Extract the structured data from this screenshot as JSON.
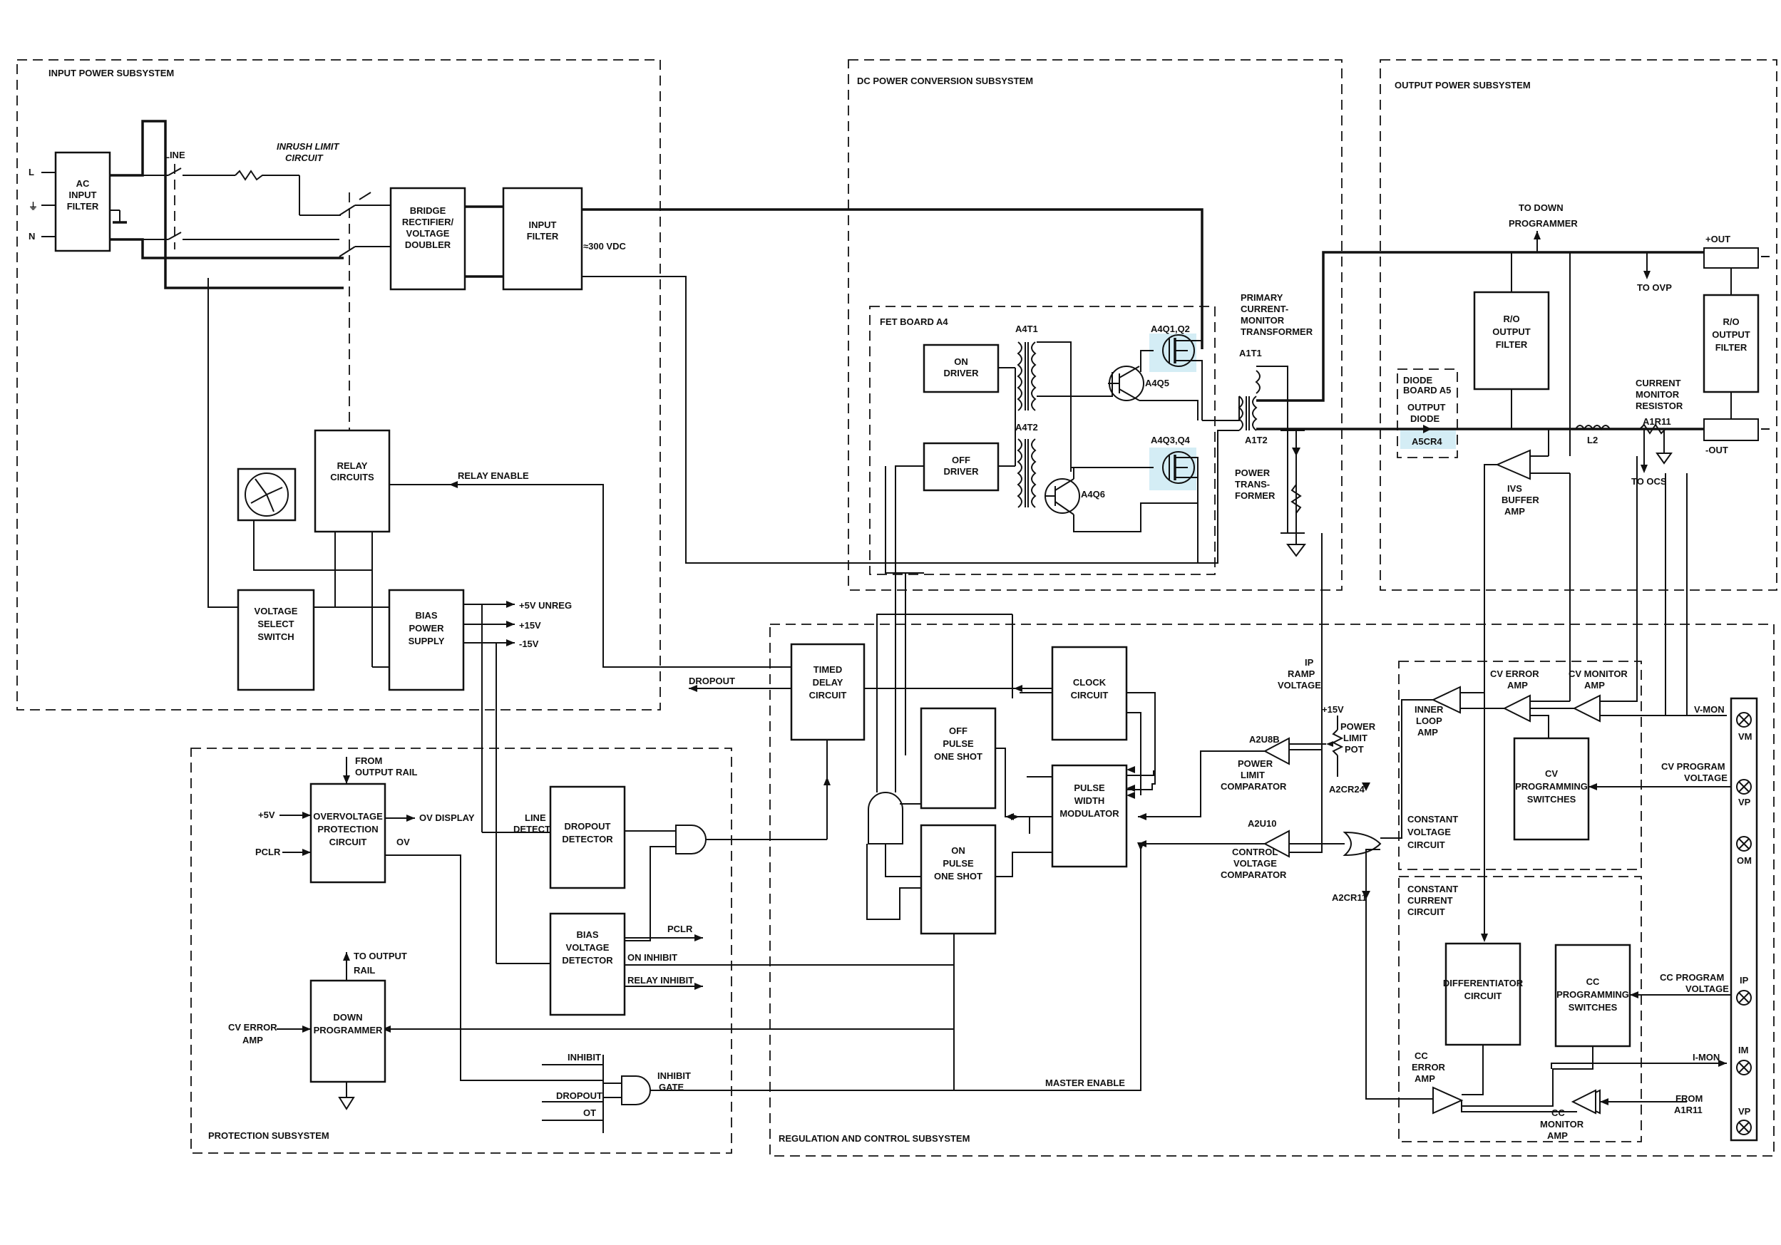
{
  "subsystems": {
    "input_power": "INPUT POWER SUBSYSTEM",
    "dc_power_conversion": "DC POWER CONVERSION SUBSYSTEM",
    "output_power": "OUTPUT POWER SUBSYSTEM",
    "protection": "PROTECTION SUBSYSTEM",
    "regulation_control": "REGULATION AND CONTROL SUBSYSTEM"
  },
  "input": {
    "terminal_l": "L",
    "terminal_n": "N",
    "ac_filter": [
      "AC",
      "INPUT",
      "FILTER"
    ],
    "line": "LINE",
    "inrush": [
      "INRUSH LIMIT",
      "CIRCUIT"
    ],
    "bridge": [
      "BRIDGE",
      "RECTIFIER/",
      "VOLTAGE",
      "DOUBLER"
    ],
    "input_filter": [
      "INPUT",
      "FILTER"
    ],
    "vdc": "≈300 VDC",
    "relay_circuits": [
      "RELAY",
      "CIRCUITS"
    ],
    "relay_enable": "RELAY ENABLE",
    "voltage_select": [
      "VOLTAGE",
      "SELECT",
      "SWITCH"
    ],
    "bias_supply": [
      "BIAS",
      "POWER",
      "SUPPLY"
    ],
    "rail_5v": "+5V UNREG",
    "rail_15v": "+15V",
    "rail_m15v": "-15V"
  },
  "dc": {
    "fet_board": "FET BOARD A4",
    "on_driver": [
      "ON",
      "DRIVER"
    ],
    "off_driver": [
      "OFF",
      "DRIVER"
    ],
    "t1": "A4T1",
    "t2": "A4T2",
    "q12": "A4Q1,Q2",
    "q34": "A4Q3,Q4",
    "q5": "A4Q5",
    "q6": "A4Q6",
    "primary_monitor": [
      "PRIMARY",
      "CURRENT-",
      "MONITOR",
      "TRANSFORMER"
    ],
    "a1t1": "A1T1",
    "a1t2": "A1T2",
    "power_transformer": [
      "POWER",
      "TRANS-",
      "FORMER"
    ]
  },
  "output": {
    "to_down_programmer": [
      "TO DOWN",
      "PROGRAMMER"
    ],
    "plus_out": "+OUT",
    "minus_out": "-OUT",
    "to_ovp": "TO OVP",
    "to_ocs": "TO OCS",
    "rfi_filter": [
      "R/O",
      "OUTPUT",
      "FILTER"
    ],
    "rfi_filter2": [
      "R/O",
      "OUTPUT",
      "FILTER"
    ],
    "diode_board": [
      "DIODE",
      "BOARD A5"
    ],
    "output_diode": [
      "OUTPUT",
      "DIODE"
    ],
    "a5cr4": "A5CR4",
    "l2": "L2",
    "current_monitor": [
      "CURRENT",
      "MONITOR",
      "RESISTOR"
    ],
    "a1r11": "A1R11",
    "ivs_amp": [
      "IVS",
      "BUFFER",
      "AMP"
    ]
  },
  "regulation": {
    "timed_delay": [
      "TIMED",
      "DELAY",
      "CIRCUIT"
    ],
    "dropout": "DROPOUT",
    "clock": [
      "CLOCK",
      "CIRCUIT"
    ],
    "off_one_shot": [
      "OFF",
      "PULSE",
      "ONE SHOT"
    ],
    "on_one_shot": [
      "ON",
      "PULSE",
      "ONE SHOT"
    ],
    "pwm": [
      "PULSE",
      "WIDTH",
      "MODULATOR"
    ],
    "ip_ramp": [
      "IP",
      "RAMP",
      "VOLTAGE"
    ],
    "plus15": "+15V",
    "power_limit_pot": [
      "POWER",
      "LIMIT",
      "POT"
    ],
    "a2u8b": "A2U8B",
    "power_limit_comp": [
      "POWER",
      "LIMIT",
      "COMPARATOR"
    ],
    "a2u10": "A2U10",
    "control_voltage_comp": [
      "CONTROL",
      "VOLTAGE",
      "COMPARATOR"
    ],
    "a2cr24": "A2CR24",
    "a2cr11": "A2CR11",
    "master_enable": "MASTER ENABLE"
  },
  "cv": {
    "error_amp": [
      "CV ERROR",
      "AMP"
    ],
    "monitor_amp": [
      "CV MONITOR",
      "AMP"
    ],
    "inner_loop": [
      "INNER",
      "LOOP",
      "AMP"
    ],
    "programming": [
      "CV",
      "PROGRAMMING",
      "SWITCHES"
    ],
    "constant_voltage": [
      "CONSTANT",
      "VOLTAGE",
      "CIRCUIT"
    ],
    "vmon": "V-MON",
    "cv_program": [
      "CV PROGRAM",
      "VOLTAGE"
    ]
  },
  "cc": {
    "constant_current": [
      "CONSTANT",
      "CURRENT",
      "CIRCUIT"
    ],
    "differentiator": [
      "DIFFERENTIATOR",
      "CIRCUIT"
    ],
    "programming": [
      "CC",
      "PROGRAMMING",
      "SWITCHES"
    ],
    "error_amp": [
      "CC",
      "ERROR",
      "AMP"
    ],
    "monitor_amp": [
      "CC",
      "MONITOR",
      "AMP"
    ],
    "cc_program": [
      "CC PROGRAM",
      "VOLTAGE"
    ],
    "imon": "I-MON",
    "from_a1r11": [
      "FROM",
      "A1R11"
    ]
  },
  "terminals": {
    "vm": "VM",
    "vp": "VP",
    "om": "OM",
    "ip": "IP",
    "im": "IM",
    "vp2": "VP"
  },
  "protection": {
    "from_output": [
      "FROM",
      "OUTPUT RAIL"
    ],
    "ovp_block": [
      "OVERVOLTAGE",
      "PROTECTION",
      "CIRCUIT"
    ],
    "plus5": "+5V",
    "pclr": "PCLR",
    "ov_display": "OV DISPLAY",
    "ov": "OV",
    "line_detect": [
      "LINE",
      "DETECT"
    ],
    "dropout_detector": [
      "DROPOUT",
      "DETECTOR"
    ],
    "bias_detector": [
      "BIAS",
      "VOLTAGE",
      "DETECTOR"
    ],
    "pclr_out": "PCLR",
    "on_inhibit": "ON INHIBIT",
    "relay_inhibit": "RELAY INHIBIT",
    "to_output_rail": [
      "TO OUTPUT",
      "RAIL"
    ],
    "cv_error_amp": [
      "CV ERROR",
      "AMP"
    ],
    "down_programmer": [
      "DOWN",
      "PROGRAMMER"
    ],
    "inhibit": "INHIBIT",
    "dropout": "DROPOUT",
    "ot": "OT",
    "inhibit_gate": [
      "INHIBIT",
      "GATE"
    ]
  }
}
